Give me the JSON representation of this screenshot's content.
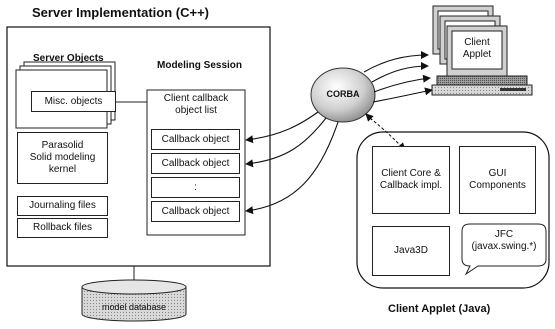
{
  "server": {
    "title": "Server Implementation (C++)",
    "server_objects": {
      "title": "Server Objects",
      "misc": "Misc. objects",
      "parasolid": "Parasolid\nSolid modeling\nkernel",
      "journaling": "Journaling files",
      "rollback": "Rollback files"
    },
    "modeling_session": {
      "title": "Modeling Session",
      "list_title": "Client callback\nobject list",
      "callbacks": [
        "Callback object",
        "Callback object",
        ":",
        "Callback object"
      ]
    },
    "database": "model database"
  },
  "corba": "CORBA",
  "client": {
    "monitor_label": "Client\nApplet",
    "title": "Client Applet (Java)",
    "core": "Client Core &\nCallback impl.",
    "gui": "GUI\nComponents",
    "java3d": "Java3D",
    "jfc": "JFC\n(javax.swing.*)"
  }
}
